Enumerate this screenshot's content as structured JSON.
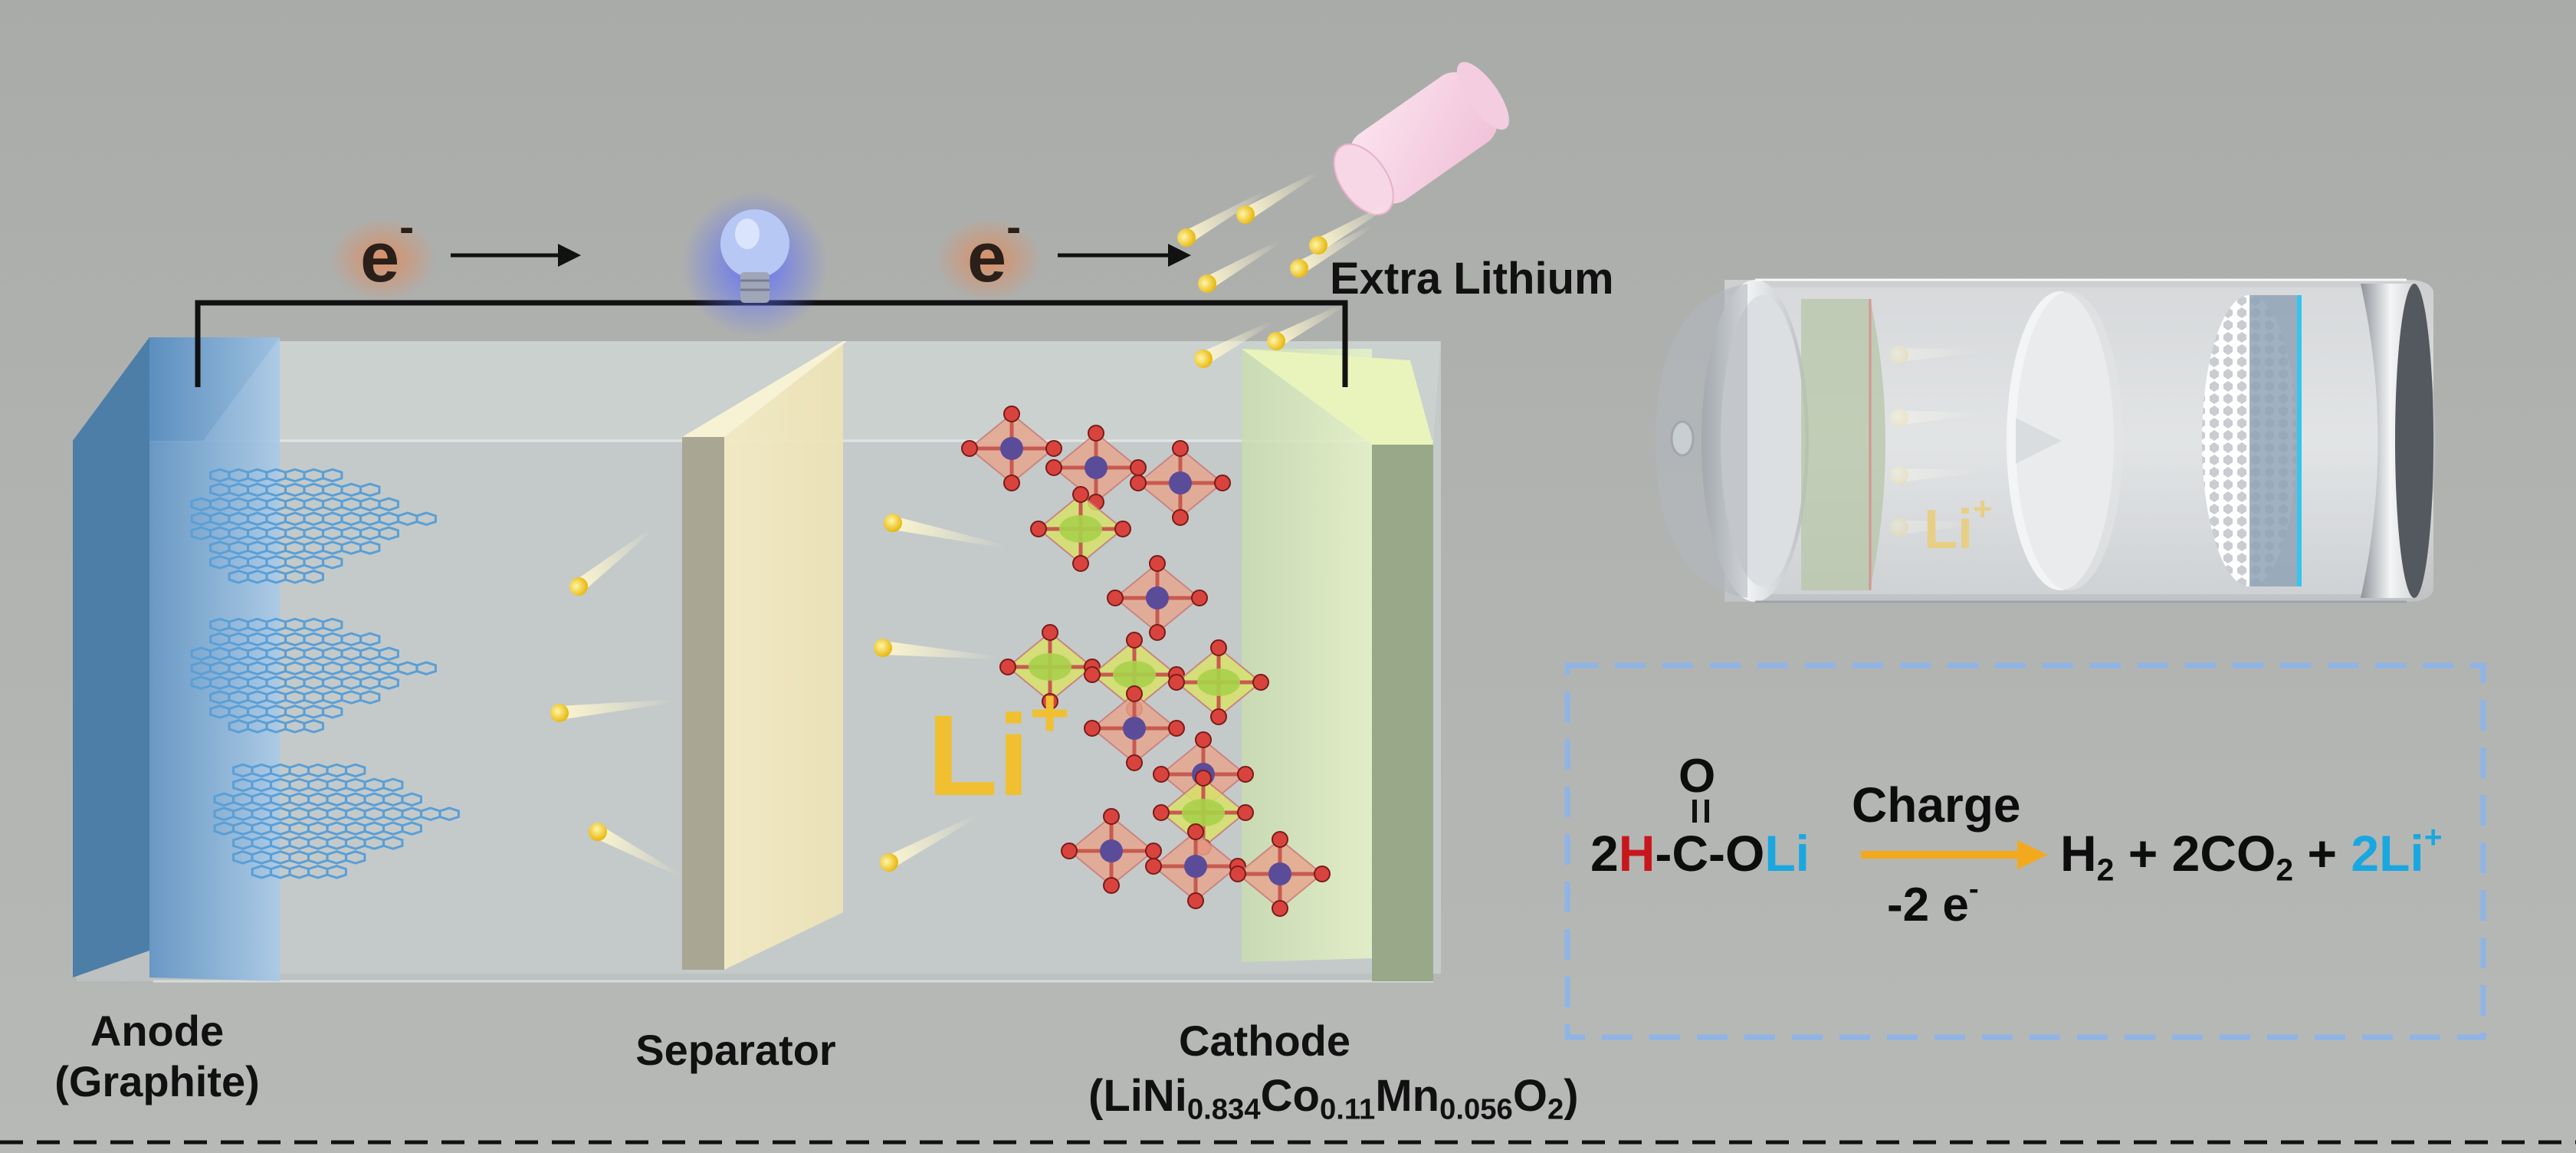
{
  "electron": {
    "base": "e",
    "sup": "-"
  },
  "extra_lithium_label": "Extra Lithium",
  "anode": {
    "line1": "Anode",
    "line2": "(Graphite)"
  },
  "separator_label": "Separator",
  "cathode": {
    "line1": "Cathode",
    "formula": {
      "open": "(LiNi",
      "sub1": "0.834",
      "co": "Co",
      "sub2": "0.11",
      "mn": "Mn",
      "sub3": "0.056",
      "o": "O",
      "sub4": "2",
      "close": ")"
    }
  },
  "li_ion": {
    "base": "Li",
    "sup": "+"
  },
  "reaction": {
    "o_top": "O",
    "left_coef": "2",
    "left_h": "H",
    "left_mid": "-C-O",
    "left_li": "Li",
    "condition_top": "Charge",
    "condition_bottom_base": "-2 e",
    "condition_bottom_sup": "-",
    "p1_base": "H",
    "p1_sub": "2",
    "plus": "+",
    "p2_base": "2CO",
    "p2_sub": "2",
    "p3_base": "2Li",
    "p3_sup": "+"
  },
  "colors": {
    "anode": "#6fa5d6",
    "separator": "#efe7c4",
    "cathode": "#d7eab9",
    "li_ion_text": "#f0c030",
    "reaction_li": "#1aa7e0",
    "reaction_h": "#c8161d",
    "dashed_box": "#8fb4e6",
    "arrow": "#f2a91d"
  }
}
